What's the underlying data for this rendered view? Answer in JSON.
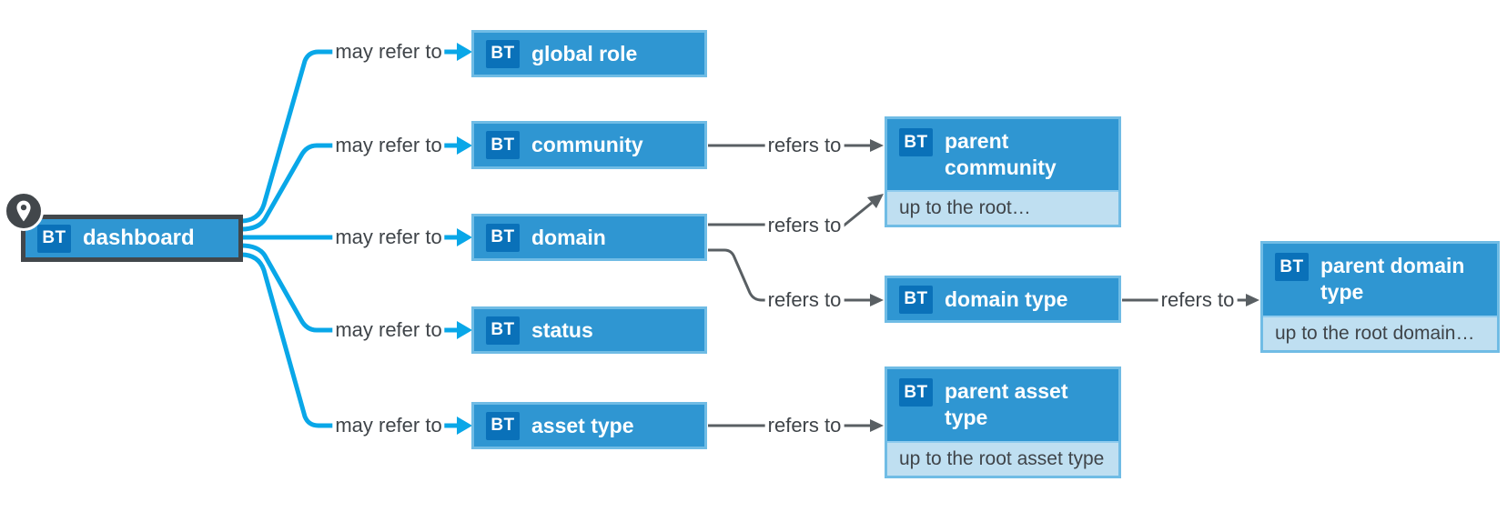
{
  "badge": "BT",
  "labels": {
    "may_refer_to": "may refer to",
    "refers_to": "refers to"
  },
  "root": {
    "label": "dashboard",
    "icon": "location-pin"
  },
  "nodes": {
    "global_role": {
      "label": "global role"
    },
    "community": {
      "label": "community"
    },
    "domain": {
      "label": "domain"
    },
    "status": {
      "label": "status"
    },
    "asset_type": {
      "label": "asset type"
    },
    "parent_community": {
      "label": "parent community",
      "note": "up to the root…"
    },
    "domain_type": {
      "label": "domain type"
    },
    "parent_domain_type": {
      "label": "parent domain type",
      "note": "up to the root domain…"
    },
    "parent_asset_type": {
      "label": "parent asset type",
      "note": "up to the root asset type"
    }
  },
  "edges": [
    {
      "from": "dashboard",
      "to": "global role",
      "label": "may refer to"
    },
    {
      "from": "dashboard",
      "to": "community",
      "label": "may refer to"
    },
    {
      "from": "dashboard",
      "to": "domain",
      "label": "may refer to"
    },
    {
      "from": "dashboard",
      "to": "status",
      "label": "may refer to"
    },
    {
      "from": "dashboard",
      "to": "asset type",
      "label": "may refer to"
    },
    {
      "from": "community",
      "to": "parent community",
      "label": "refers to"
    },
    {
      "from": "domain",
      "to": "parent community",
      "label": "refers to"
    },
    {
      "from": "domain",
      "to": "domain type",
      "label": "refers to"
    },
    {
      "from": "domain type",
      "to": "parent domain type",
      "label": "refers to"
    },
    {
      "from": "asset type",
      "to": "parent asset type",
      "label": "refers to"
    }
  ],
  "colors": {
    "node_fill": "#2F96D2",
    "node_border": "#70BCE5",
    "badge_fill": "#0A71B9",
    "note_fill": "#BFDFF1",
    "root_border": "#42474B",
    "may_refer_line": "#09A7E8",
    "refers_line": "#595F63",
    "label_text": "#3F4449"
  }
}
